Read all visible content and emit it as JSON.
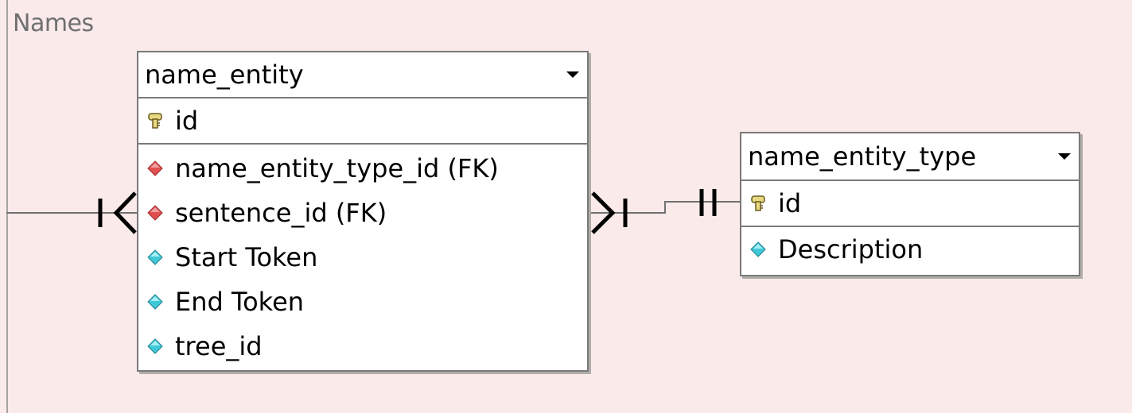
{
  "group": {
    "label": "Names"
  },
  "entities": {
    "name_entity": {
      "title": "name_entity",
      "pk": [
        {
          "name": "id",
          "icon": "key-icon"
        }
      ],
      "columns": [
        {
          "name": "name_entity_type_id (FK)",
          "icon": "red-diamond-icon"
        },
        {
          "name": "sentence_id (FK)",
          "icon": "red-diamond-icon"
        },
        {
          "name": "Start Token",
          "icon": "cyan-diamond-icon"
        },
        {
          "name": "End Token",
          "icon": "cyan-diamond-icon"
        },
        {
          "name": "tree_id",
          "icon": "cyan-diamond-icon"
        }
      ]
    },
    "name_entity_type": {
      "title": "name_entity_type",
      "pk": [
        {
          "name": "id",
          "icon": "key-icon"
        }
      ],
      "columns": [
        {
          "name": "Description",
          "icon": "cyan-diamond-icon"
        }
      ]
    }
  },
  "colors": {
    "background": "#faeaea",
    "fk_attribute": "#e05050",
    "attribute": "#40c8d8",
    "key": "#d8c860"
  }
}
